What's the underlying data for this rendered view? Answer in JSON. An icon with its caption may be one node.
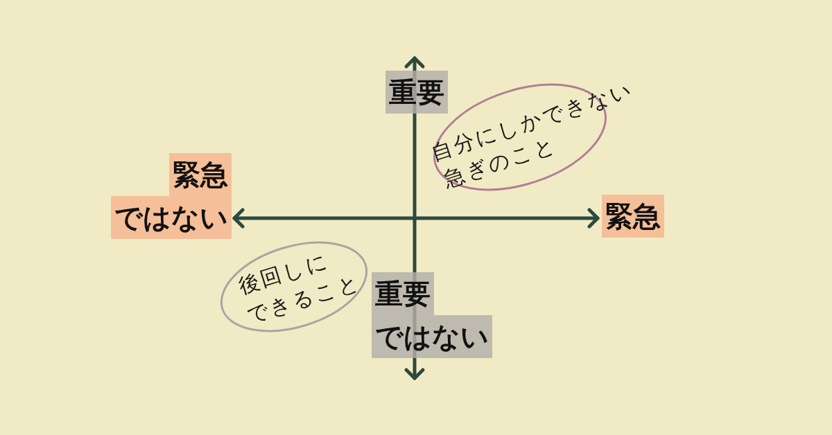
{
  "diagram": {
    "nodes": [
      {
        "text": [
          "重要"
        ]
      },
      {
        "text": [
          "緊急ではない"
        ]
      },
      {
        "text": [
          "自分にしかできない急ぎのこと"
        ]
      },
      {
        "text": [
          "緊急"
        ]
      },
      {
        "text": [
          "後回しにできること"
        ]
      },
      {
        "text": [
          "重要ではない"
        ]
      }
    ],
    "edges": [
      {
        "from": 1,
        "to": 3,
        "arrow": "both"
      }
    ]
  }
}
